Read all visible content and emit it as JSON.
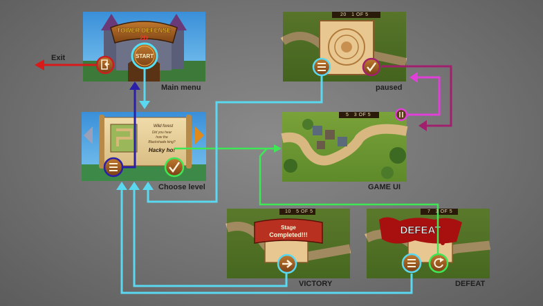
{
  "exit_label": "Exit",
  "screens": {
    "main_menu": {
      "label": "Main menu",
      "logo_line1": "TOWER DEFENSE",
      "logo_line2": "2D",
      "start_label": "START"
    },
    "choose_level": {
      "label": "Choose level",
      "scroll_text": [
        "Wild forest",
        "Did you hear",
        "how the",
        "Blackshade king?",
        "Hacky ho!"
      ]
    },
    "paused": {
      "label": "paused",
      "hud_count": "20",
      "hud_wave": "1 OF 5"
    },
    "game_ui": {
      "label": "GAME UI",
      "hud_count": "5",
      "hud_wave": "3 OF 5"
    },
    "victory": {
      "label": "VICTORY",
      "hud_count": "10",
      "hud_wave": "5 OF 5",
      "banner_line1": "Stage",
      "banner_line2": "Completed!!!"
    },
    "defeat": {
      "label": "DEFEAT",
      "hud_count": "7",
      "hud_wave": "3 OF 5",
      "banner": "DEFEAT"
    }
  },
  "colors": {
    "cyan": "#5ad8f0",
    "green": "#3ee855",
    "navy": "#2a1fa8",
    "magenta": "#a0206e",
    "magenta_light": "#e040d8",
    "red": "#d81a1a"
  },
  "icons": [
    "menu-icon",
    "checkmark-icon",
    "exit-door-icon",
    "arrow-right-icon",
    "restart-icon",
    "arrow-left-icon"
  ]
}
